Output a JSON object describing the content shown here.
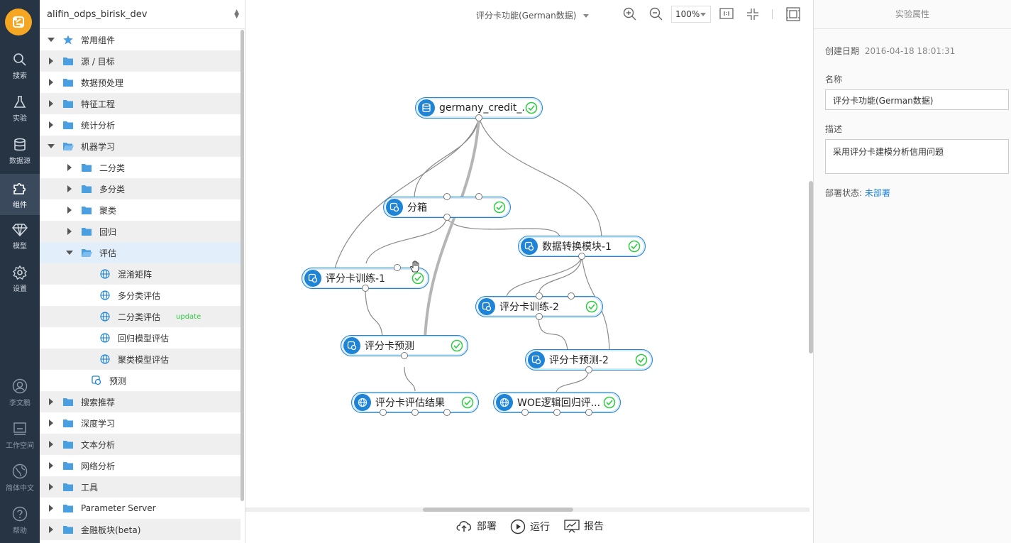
{
  "nav": {
    "items": [
      {
        "label": "搜索",
        "icon": "search-icon"
      },
      {
        "label": "实验",
        "icon": "flask-icon"
      },
      {
        "label": "数据源",
        "icon": "database-icon"
      },
      {
        "label": "组件",
        "icon": "puzzle-icon"
      },
      {
        "label": "模型",
        "icon": "diamond-icon"
      },
      {
        "label": "设置",
        "icon": "gear-icon"
      }
    ],
    "bottom": [
      {
        "label": "李文鹏",
        "icon": "user-icon"
      },
      {
        "label": "工作空间",
        "icon": "workspace-icon"
      },
      {
        "label": "简体中文",
        "icon": "globe-icon"
      },
      {
        "label": "帮助",
        "icon": "help-icon"
      }
    ]
  },
  "tree": {
    "project": "alifin_odps_birisk_dev",
    "rows": [
      {
        "label": "常用组件",
        "indent": 0,
        "toggle": "d",
        "icon": "star-icon"
      },
      {
        "label": "源 / 目标",
        "indent": 0,
        "toggle": "r",
        "icon": "folder-icon"
      },
      {
        "label": "数据预处理",
        "indent": 0,
        "toggle": "r",
        "icon": "folder-icon"
      },
      {
        "label": "特征工程",
        "indent": 0,
        "toggle": "r",
        "icon": "folder-icon"
      },
      {
        "label": "统计分析",
        "indent": 0,
        "toggle": "r",
        "icon": "folder-icon"
      },
      {
        "label": "机器学习",
        "indent": 0,
        "toggle": "d",
        "icon": "folder-open-icon"
      },
      {
        "label": "二分类",
        "indent": 1,
        "toggle": "r",
        "icon": "folder-icon"
      },
      {
        "label": "多分类",
        "indent": 1,
        "toggle": "r",
        "icon": "folder-icon"
      },
      {
        "label": "聚类",
        "indent": 1,
        "toggle": "r",
        "icon": "folder-icon"
      },
      {
        "label": "回归",
        "indent": 1,
        "toggle": "r",
        "icon": "folder-icon"
      },
      {
        "label": "评估",
        "indent": 1,
        "toggle": "d",
        "icon": "folder-open-icon",
        "selected": true
      },
      {
        "label": "混淆矩阵",
        "indent": 2,
        "toggle": "",
        "icon": "globe-icon"
      },
      {
        "label": "多分类评估",
        "indent": 2,
        "toggle": "",
        "icon": "globe-icon"
      },
      {
        "label": "二分类评估",
        "indent": 2,
        "toggle": "",
        "icon": "globe-icon",
        "tag": "update"
      },
      {
        "label": "回归模型评估",
        "indent": 2,
        "toggle": "",
        "icon": "globe-icon"
      },
      {
        "label": "聚类模型评估",
        "indent": 2,
        "toggle": "",
        "icon": "globe-icon"
      },
      {
        "label": "预测",
        "indent": 1.5,
        "toggle": "",
        "icon": "component-icon"
      },
      {
        "label": "搜索推荐",
        "indent": 0,
        "toggle": "r",
        "icon": "folder-icon"
      },
      {
        "label": "深度学习",
        "indent": 0,
        "toggle": "r",
        "icon": "folder-icon"
      },
      {
        "label": "文本分析",
        "indent": 0,
        "toggle": "r",
        "icon": "folder-icon"
      },
      {
        "label": "网络分析",
        "indent": 0,
        "toggle": "r",
        "icon": "folder-icon"
      },
      {
        "label": "工具",
        "indent": 0,
        "toggle": "r",
        "icon": "folder-icon"
      },
      {
        "label": "Parameter Server",
        "indent": 0,
        "toggle": "r",
        "icon": "folder-icon"
      },
      {
        "label": "金融板块(beta)",
        "indent": 0,
        "toggle": "r",
        "icon": "folder-icon"
      }
    ]
  },
  "toolbar": {
    "experiment_title": "评分卡功能(German数据)",
    "zoom": "100%"
  },
  "canvas": {
    "nodes": [
      {
        "id": "n0",
        "label": "germany_credit_...",
        "icon": "database-icon"
      },
      {
        "id": "n1",
        "label": "分箱",
        "icon": "component-icon"
      },
      {
        "id": "n2",
        "label": "数据转换模块-1",
        "icon": "component-icon"
      },
      {
        "id": "n3",
        "label": "评分卡训练-1",
        "icon": "component-icon"
      },
      {
        "id": "n4",
        "label": "评分卡训练-2",
        "icon": "component-icon"
      },
      {
        "id": "n5",
        "label": "评分卡预测",
        "icon": "component-icon"
      },
      {
        "id": "n6",
        "label": "评分卡预测-2",
        "icon": "component-icon"
      },
      {
        "id": "n7",
        "label": "评分卡评估结果",
        "icon": "globe-icon"
      },
      {
        "id": "n8",
        "label": "WOE逻辑回归评...",
        "icon": "globe-icon"
      }
    ]
  },
  "bottombar": {
    "deploy": "部署",
    "run": "运行",
    "report": "报告"
  },
  "props": {
    "title": "实验属性",
    "created_label": "创建日期",
    "created_value": "2016-04-18 18:01:31",
    "name_label": "名称",
    "name_value": "评分卡功能(German数据)",
    "desc_label": "描述",
    "desc_value": "采用评分卡建模分析信用问题",
    "deploy_status_label": "部署状态:",
    "deploy_status_value": "未部署"
  },
  "colors": {
    "nav_bg": "#273444",
    "accent": "#1f84d6",
    "logo": "#f5a623",
    "ok": "#2ecc40"
  }
}
